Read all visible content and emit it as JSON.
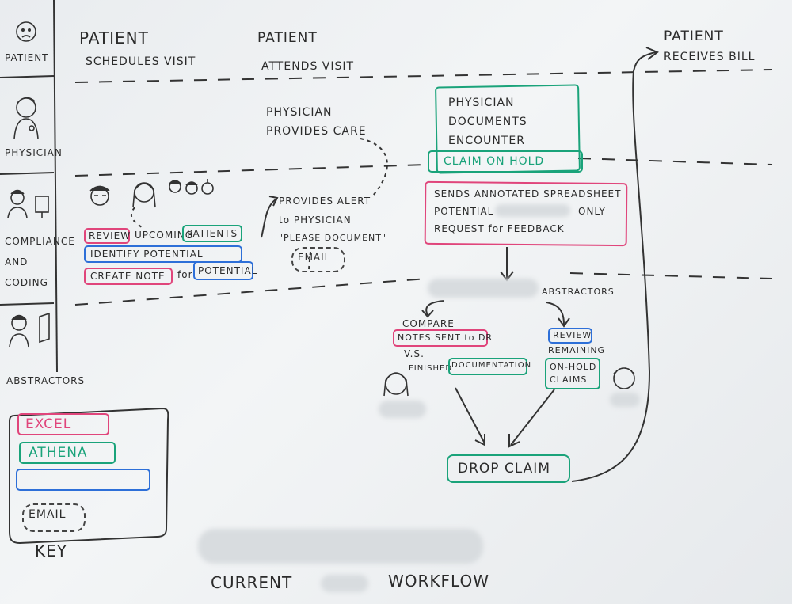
{
  "lanes": {
    "patient": "PATIENT",
    "physician": "PHYSICIAN",
    "compliance": "COMPLIANCE AND CODING",
    "abstractors": "ABSTRACTORS"
  },
  "patient_steps": {
    "schedules_title": "PATIENT",
    "schedules": "SCHEDULES VISIT",
    "attends_title": "PATIENT",
    "attends": "ATTENDS VISIT",
    "bill_title": "PATIENT",
    "bill": "RECEIVES BILL"
  },
  "physician_steps": {
    "care": "PHYSICIAN PROVIDES CARE",
    "documents": "PHYSICIAN DOCUMENTS ENCOUNTER",
    "claim_hold": "CLAIM ON HOLD"
  },
  "compliance_steps": {
    "review": "REVIEW",
    "upcoming": "UPCOMING",
    "patients": "PATIENTS",
    "identify": "IDENTIFY POTENTIAL",
    "create_note": "CREATE NOTE",
    "for": "for",
    "potential": "POTENTIAL",
    "alert": "PROVIDES ALERT to PHYSICIAN",
    "please_document": "\"PLEASE DOCUMENT\"",
    "email": "EMAIL",
    "sends_line1": "SENDS ANNOTATED SPREADSHEET",
    "sends_line2a": "POTENTIAL",
    "sends_line2b": "ONLY",
    "sends_line3": "REQUEST for FEEDBACK"
  },
  "abstractor_steps": {
    "abstractors": "ABSTRACTORS",
    "compare": "COMPARE",
    "notes_sent": "NOTES SENT to DR",
    "vs": "V.S.",
    "finished": "FINISHED",
    "documentation": "DOCUMENTATION",
    "review": "REVIEW",
    "remaining": "REMAINING",
    "onhold": "ON-HOLD CLAIMS",
    "drop_claim": "DROP CLAIM"
  },
  "key": {
    "excel": "EXCEL",
    "athena": "ATHENA",
    "email": "EMAIL",
    "label": "KEY"
  },
  "footer": {
    "current": "CURRENT",
    "workflow": "WORKFLOW"
  },
  "colors": {
    "pink": "#e0457b",
    "green": "#1aa37a",
    "blue": "#2d6fd8",
    "ink": "#2b2b2b"
  }
}
